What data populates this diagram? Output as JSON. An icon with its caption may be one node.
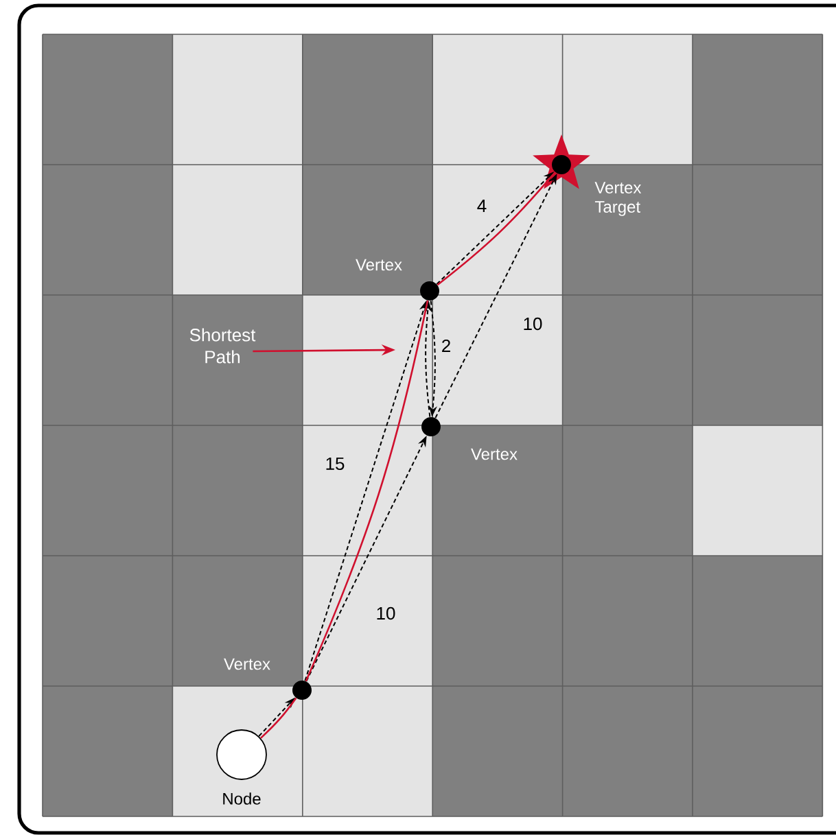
{
  "diagram": {
    "nodes": [
      {
        "text": [],
        "shape": "circle",
        "beside": [
          "Node"
        ]
      },
      {
        "text": [],
        "shape": "dot",
        "beside": [
          "Vertex"
        ]
      },
      {
        "text": [],
        "shape": "dot",
        "beside": [
          "Vertex"
        ]
      },
      {
        "text": [],
        "shape": "dot",
        "beside": [
          "Vertex"
        ]
      },
      {
        "text": [],
        "shape": "star",
        "beside": [
          "Vertex Target"
        ]
      },
      {
        "text": [
          "Shortest Path"
        ]
      }
    ],
    "edges": [
      {
        "from": 0,
        "to": 1,
        "arrow": "to",
        "style": "dashed"
      },
      {
        "from": 1,
        "to": 3,
        "arrow": "to",
        "style": "dashed",
        "label": "15"
      },
      {
        "from": 1,
        "to": 2,
        "arrow": "to",
        "style": "dashed",
        "label": "10"
      },
      {
        "from": 2,
        "to": 3,
        "arrow": "to",
        "style": "dashed"
      },
      {
        "from": 3,
        "to": 2,
        "arrow": "to",
        "style": "dashed",
        "label": "2"
      },
      {
        "from": 2,
        "to": 4,
        "arrow": "to",
        "style": "dashed",
        "label": "10"
      },
      {
        "from": 3,
        "to": 4,
        "arrow": "to",
        "style": "dashed",
        "label": "4"
      },
      {
        "from": 0,
        "to": 1,
        "arrow": "none",
        "color": "#d0102e"
      },
      {
        "from": 1,
        "to": 3,
        "arrow": "none",
        "color": "#d0102e"
      },
      {
        "from": 3,
        "to": 4,
        "arrow": "none",
        "color": "#d0102e"
      },
      {
        "from": 5,
        "to": null,
        "arrow": "to",
        "color": "#d0102e"
      }
    ]
  }
}
